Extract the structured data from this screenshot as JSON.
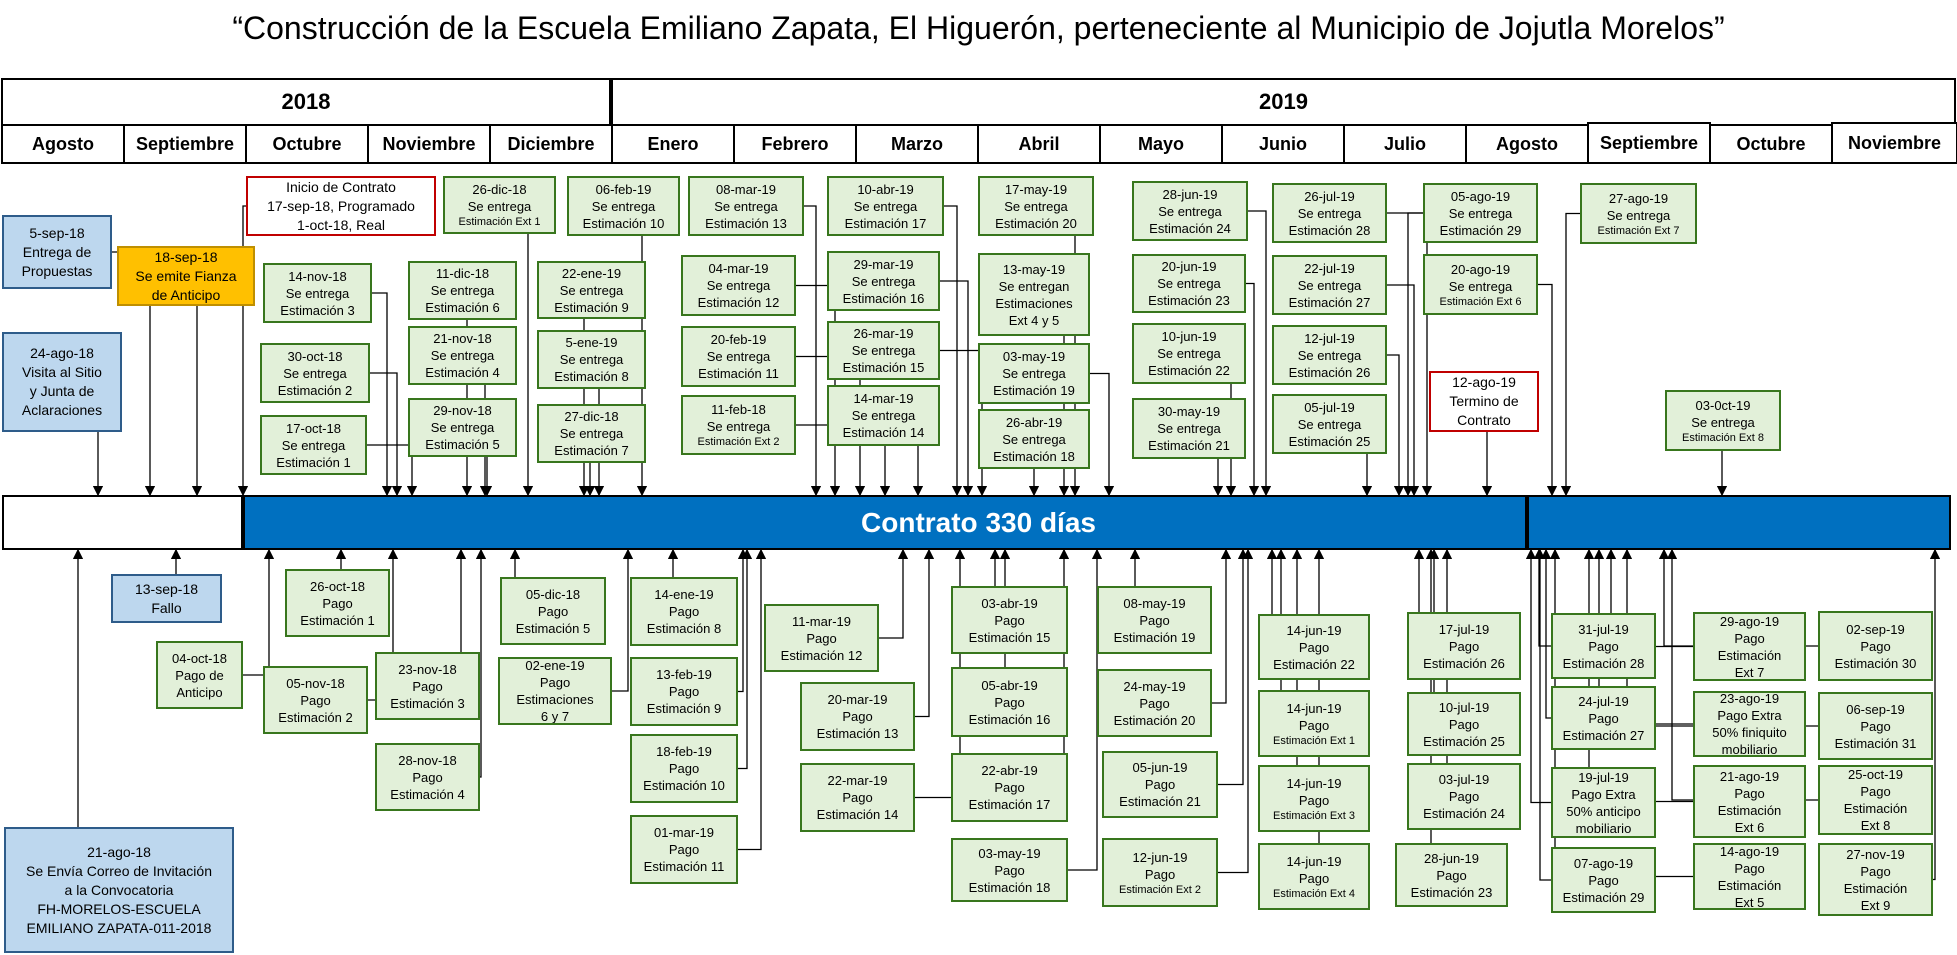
{
  "title": "“Construcción de la Escuela Emiliano Zapata, El Higuerón, perteneciente al Municipio de Jojutla Morelos”",
  "years": [
    "2018",
    "2019"
  ],
  "months": [
    "Agosto",
    "Septiembre",
    "Octubre",
    "Noviembre",
    "Diciembre",
    "Enero",
    "Febrero",
    "Marzo",
    "Abril",
    "Mayo",
    "Junio",
    "Julio",
    "Agosto",
    "Septiembre",
    "Octubre",
    "Noviembre"
  ],
  "bar_label": "Contrato 330 días",
  "colors": {
    "bar": "#0070c0",
    "box_fill": "#e2f0d9",
    "box_border": "#38761d",
    "blue_fill": "#bdd7ee",
    "orange_fill": "#ffc000",
    "red_border": "#c00000"
  },
  "top_events": [
    {
      "lines": [
        "5-sep-18",
        "Entrega de",
        "Propuestas"
      ],
      "style": "blue"
    },
    {
      "lines": [
        "24-ago-18",
        "Visita al Sitio",
        "y Junta de",
        "Aclaraciones"
      ],
      "style": "blue"
    },
    {
      "lines": [
        "18-sep-18",
        "Se emite Fianza",
        "de Anticipo"
      ],
      "style": "orange"
    },
    {
      "lines": [
        "Inicio de Contrato",
        "17-sep-18, Programado",
        "1-oct-18, Real"
      ],
      "style": "red"
    },
    {
      "lines": [
        "14-nov-18",
        "Se entrega",
        "Estimación 3"
      ],
      "style": "green"
    },
    {
      "lines": [
        "30-oct-18",
        "Se entrega",
        "Estimación 2"
      ],
      "style": "green"
    },
    {
      "lines": [
        "17-oct-18",
        "Se entrega",
        "Estimación 1"
      ],
      "style": "green"
    },
    {
      "lines": [
        "26-dic-18",
        "Se entrega",
        "Estimación Ext 1"
      ],
      "style": "green",
      "small": 2
    },
    {
      "lines": [
        "11-dic-18",
        "Se entrega",
        "Estimación 6"
      ],
      "style": "green"
    },
    {
      "lines": [
        "21-nov-18",
        "Se entrega",
        "Estimación 4"
      ],
      "style": "green"
    },
    {
      "lines": [
        "29-nov-18",
        "Se entrega",
        "Estimación 5"
      ],
      "style": "green"
    },
    {
      "lines": [
        "06-feb-19",
        "Se entrega",
        "Estimación 10"
      ],
      "style": "green"
    },
    {
      "lines": [
        "22-ene-19",
        "Se entrega",
        "Estimación 9"
      ],
      "style": "green"
    },
    {
      "lines": [
        "5-ene-19",
        "Se entrega",
        "Estimación 8"
      ],
      "style": "green"
    },
    {
      "lines": [
        "27-dic-18",
        "Se entrega",
        "Estimación 7"
      ],
      "style": "green"
    },
    {
      "lines": [
        "08-mar-19",
        "Se entrega",
        "Estimación 13"
      ],
      "style": "green"
    },
    {
      "lines": [
        "04-mar-19",
        "Se entrega",
        "Estimación 12"
      ],
      "style": "green"
    },
    {
      "lines": [
        "20-feb-19",
        "Se entrega",
        "Estimación 11"
      ],
      "style": "green"
    },
    {
      "lines": [
        "11-feb-18",
        "Se entrega",
        "Estimación Ext 2"
      ],
      "style": "green",
      "small": 2
    },
    {
      "lines": [
        "10-abr-19",
        "Se entrega",
        "Estimación 17"
      ],
      "style": "green"
    },
    {
      "lines": [
        "29-mar-19",
        "Se entrega",
        "Estimación 16"
      ],
      "style": "green"
    },
    {
      "lines": [
        "26-mar-19",
        "Se entrega",
        "Estimación 15"
      ],
      "style": "green"
    },
    {
      "lines": [
        "14-mar-19",
        "Se entrega",
        "Estimación 14"
      ],
      "style": "green"
    },
    {
      "lines": [
        "17-may-19",
        "Se entrega",
        "Estimación 20"
      ],
      "style": "green"
    },
    {
      "lines": [
        "13-may-19",
        "Se entregan",
        "Estimaciones",
        "Ext  4 y 5"
      ],
      "style": "green"
    },
    {
      "lines": [
        "03-may-19",
        "Se entrega",
        "Estimación 19"
      ],
      "style": "green"
    },
    {
      "lines": [
        "26-abr-19",
        "Se entrega",
        "Estimación 18"
      ],
      "style": "green"
    },
    {
      "lines": [
        "28-jun-19",
        "Se entrega",
        "Estimación 24"
      ],
      "style": "green"
    },
    {
      "lines": [
        "20-jun-19",
        "Se entrega",
        "Estimación 23"
      ],
      "style": "green"
    },
    {
      "lines": [
        "10-jun-19",
        "Se entrega",
        "Estimación 22"
      ],
      "style": "green"
    },
    {
      "lines": [
        "30-may-19",
        "Se entrega",
        "Estimación 21"
      ],
      "style": "green"
    },
    {
      "lines": [
        "26-jul-19",
        "Se entrega",
        "Estimación 28"
      ],
      "style": "green"
    },
    {
      "lines": [
        "22-jul-19",
        "Se entrega",
        "Estimación 27"
      ],
      "style": "green"
    },
    {
      "lines": [
        "12-jul-19",
        "Se entrega",
        "Estimación 26"
      ],
      "style": "green"
    },
    {
      "lines": [
        "05-jul-19",
        "Se entrega",
        "Estimación 25"
      ],
      "style": "green"
    },
    {
      "lines": [
        "05-ago-19",
        "Se entrega",
        "Estimación 29"
      ],
      "style": "green"
    },
    {
      "lines": [
        "20-ago-19",
        "Se entrega",
        "Estimación Ext 6"
      ],
      "style": "green",
      "small": 2
    },
    {
      "lines": [
        "12-ago-19",
        "Termino de",
        "Contrato"
      ],
      "style": "red"
    },
    {
      "lines": [
        "27-ago-19",
        "Se entrega",
        "Estimación Ext 7"
      ],
      "style": "green",
      "small": 2
    },
    {
      "lines": [
        "03-0ct-19",
        "Se entrega",
        "Estimación Ext 8"
      ],
      "style": "green",
      "small": 2
    }
  ],
  "bottom_events": [
    {
      "lines": [
        "13-sep-18",
        "Fallo"
      ],
      "style": "blue"
    },
    {
      "lines": [
        "04-oct-18",
        "Pago de",
        "Anticipo"
      ],
      "style": "green"
    },
    {
      "lines": [
        "21-ago-18",
        "Se Envía Correo de Invitación",
        "a la Convocatoria",
        "FH-MORELOS-ESCUELA",
        "EMILIANO ZAPATA-011-2018"
      ],
      "style": "blue"
    },
    {
      "lines": [
        "26-oct-18",
        "Pago",
        "Estimación 1"
      ],
      "style": "green"
    },
    {
      "lines": [
        "05-nov-18",
        "Pago",
        "Estimación 2"
      ],
      "style": "green"
    },
    {
      "lines": [
        "23-nov-18",
        "Pago",
        "Estimación 3"
      ],
      "style": "green"
    },
    {
      "lines": [
        "28-nov-18",
        "Pago",
        "Estimación 4"
      ],
      "style": "green"
    },
    {
      "lines": [
        "05-dic-18",
        "Pago",
        "Estimación 5"
      ],
      "style": "green"
    },
    {
      "lines": [
        "02-ene-19",
        "Pago",
        "Estimaciones",
        "6 y 7"
      ],
      "style": "green"
    },
    {
      "lines": [
        "14-ene-19",
        "Pago",
        "Estimación 8"
      ],
      "style": "green"
    },
    {
      "lines": [
        "13-feb-19",
        "Pago",
        "Estimación 9"
      ],
      "style": "green"
    },
    {
      "lines": [
        "18-feb-19",
        "Pago",
        "Estimación 10"
      ],
      "style": "green"
    },
    {
      "lines": [
        "01-mar-19",
        "Pago",
        "Estimación 11"
      ],
      "style": "green"
    },
    {
      "lines": [
        "11-mar-19",
        "Pago",
        "Estimación 12"
      ],
      "style": "green"
    },
    {
      "lines": [
        "20-mar-19",
        "Pago",
        "Estimación 13"
      ],
      "style": "green"
    },
    {
      "lines": [
        "22-mar-19",
        "Pago",
        "Estimación 14"
      ],
      "style": "green"
    },
    {
      "lines": [
        "03-abr-19",
        "Pago",
        "Estimación 15"
      ],
      "style": "green"
    },
    {
      "lines": [
        "05-abr-19",
        "Pago",
        "Estimación 16"
      ],
      "style": "green"
    },
    {
      "lines": [
        "22-abr-19",
        "Pago",
        "Estimación 17"
      ],
      "style": "green"
    },
    {
      "lines": [
        "03-may-19",
        "Pago",
        "Estimación 18"
      ],
      "style": "green"
    },
    {
      "lines": [
        "08-may-19",
        "Pago",
        "Estimación 19"
      ],
      "style": "green"
    },
    {
      "lines": [
        "24-may-19",
        "Pago",
        "Estimación 20"
      ],
      "style": "green"
    },
    {
      "lines": [
        "05-jun-19",
        "Pago",
        "Estimación 21"
      ],
      "style": "green"
    },
    {
      "lines": [
        "12-jun-19",
        "Pago",
        "Estimación Ext 2"
      ],
      "style": "green",
      "small": 2
    },
    {
      "lines": [
        "14-jun-19",
        "Pago",
        "Estimación 22"
      ],
      "style": "green"
    },
    {
      "lines": [
        "14-jun-19",
        "Pago",
        "Estimación Ext 1"
      ],
      "style": "green",
      "small": 2
    },
    {
      "lines": [
        "14-jun-19",
        "Pago",
        "Estimación Ext 3"
      ],
      "style": "green",
      "small": 2
    },
    {
      "lines": [
        "14-jun-19",
        "Pago",
        "Estimación Ext 4"
      ],
      "style": "green",
      "small": 2
    },
    {
      "lines": [
        "17-jul-19",
        "Pago",
        "Estimación 26"
      ],
      "style": "green"
    },
    {
      "lines": [
        "10-jul-19",
        "Pago",
        "Estimación 25"
      ],
      "style": "green"
    },
    {
      "lines": [
        "03-jul-19",
        "Pago",
        "Estimación 24"
      ],
      "style": "green"
    },
    {
      "lines": [
        "28-jun-19",
        "Pago",
        "Estimación 23"
      ],
      "style": "green"
    },
    {
      "lines": [
        "31-jul-19",
        "Pago",
        "Estimación 28"
      ],
      "style": "green"
    },
    {
      "lines": [
        "24-jul-19",
        "Pago",
        "Estimación 27"
      ],
      "style": "green"
    },
    {
      "lines": [
        "19-jul-19",
        "Pago Extra",
        "50% anticipo",
        "mobiliario"
      ],
      "style": "green"
    },
    {
      "lines": [
        "07-ago-19",
        "Pago",
        "Estimación 29"
      ],
      "style": "green"
    },
    {
      "lines": [
        "29-ago-19",
        "Pago",
        "Estimación",
        "Ext 7"
      ],
      "style": "green"
    },
    {
      "lines": [
        "23-ago-19",
        "Pago Extra",
        "50% finiquito",
        "mobiliario"
      ],
      "style": "green"
    },
    {
      "lines": [
        "21-ago-19",
        "Pago",
        "Estimación",
        "Ext 6"
      ],
      "style": "green"
    },
    {
      "lines": [
        "14-ago-19",
        "Pago",
        "Estimación",
        "Ext 5"
      ],
      "style": "green"
    },
    {
      "lines": [
        "02-sep-19",
        "Pago",
        "Estimación 30"
      ],
      "style": "green"
    },
    {
      "lines": [
        "06-sep-19",
        "Pago",
        "Estimación 31"
      ],
      "style": "green"
    },
    {
      "lines": [
        "25-oct-19",
        "Pago",
        "Estimación",
        "Ext 8"
      ],
      "style": "green"
    },
    {
      "lines": [
        "27-nov-19",
        "Pago",
        "Estimación",
        "Ext 9"
      ],
      "style": "green"
    }
  ]
}
